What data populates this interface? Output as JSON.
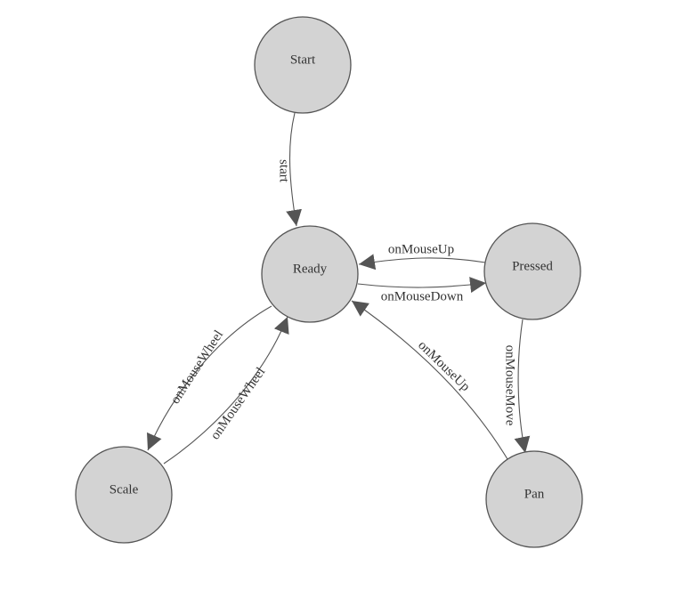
{
  "colors": {
    "node_fill": "#d3d3d3",
    "node_stroke": "#555555",
    "edge": "#555555",
    "text": "#333333",
    "background": "#ffffff"
  },
  "nodes": {
    "start": "Start",
    "ready": "Ready",
    "pressed": "Pressed",
    "scale": "Scale",
    "pan": "Pan"
  },
  "edges": {
    "start_to_ready": "start",
    "pressed_to_ready": "onMouseUp",
    "ready_to_pressed": "onMouseDown",
    "ready_to_scale": "onMouseWheel",
    "scale_to_ready": "onMouseWheel",
    "pressed_to_pan": "onMouseMove",
    "pan_to_ready": "onMouseUp"
  }
}
